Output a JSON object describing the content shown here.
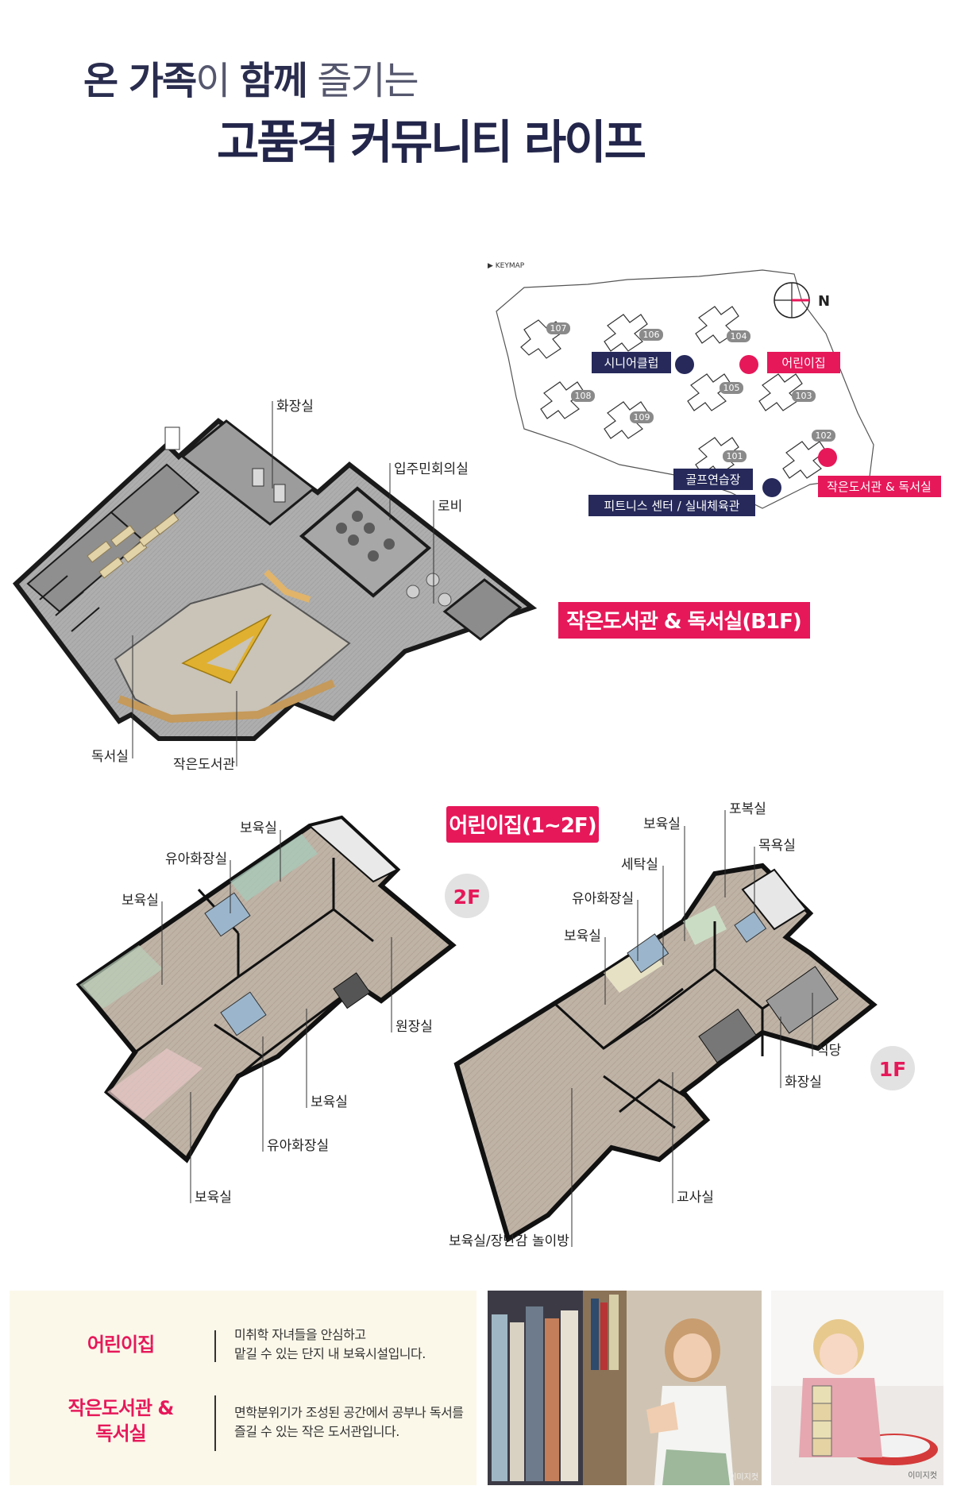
{
  "headline": {
    "line1_bold1": "온 가족",
    "line1_thin1": "이 ",
    "line1_bold2": "함께",
    "line1_thin2": " 즐기는",
    "line2": "고품격 커뮤니티 라이프"
  },
  "keymap": {
    "caption": "▶ KEYMAP",
    "north": "N",
    "buildings": [
      "107",
      "106",
      "104",
      "108",
      "109",
      "105",
      "103",
      "101",
      "102"
    ],
    "facilities": {
      "senior": "시니어클럽",
      "daycare": "어린이집",
      "golf": "골프연습장",
      "fitness": "피트니스 센터 / 실내체육관",
      "library": "작은도서관 & 독서실"
    }
  },
  "b1f": {
    "banner": "작은도서관 & 독서실(B1F)",
    "labels": {
      "restroom": "화장실",
      "meeting": "입주민회의실",
      "lobby": "로비",
      "reading": "독서실",
      "library": "작은도서관"
    }
  },
  "daycare": {
    "banner": "어린이집(1~2F)",
    "floor2": "2F",
    "floor1": "1F",
    "labels_2f": {
      "nursery_top": "보육실",
      "toddler_wc_top": "유아화장실",
      "nursery_left": "보육실",
      "director": "원장실",
      "nursery_mid": "보육실",
      "toddler_wc_bottom": "유아화장실",
      "nursery_bottom": "보육실"
    },
    "labels_1f": {
      "storage": "포복실",
      "nursery_top": "보육실",
      "bath": "목욕실",
      "laundry": "세탁실",
      "toddler_wc": "유아화장실",
      "nursery_left": "보육실",
      "dining": "식당",
      "restroom": "화장실",
      "teacher": "교사실",
      "playroom": "보육실/장난감 놀이방"
    }
  },
  "info": {
    "daycare_name": "어린이집",
    "daycare_desc1": "미취학 자녀들을 안심하고",
    "daycare_desc2": "맡길 수 있는 단지 내 보육시설입니다.",
    "library_name1": "작은도서관 &",
    "library_name2": "독서실",
    "library_desc1": "면학분위기가 조성된 공간에서 공부나 독서를",
    "library_desc2": "즐길 수 있는 작은 도서관입니다."
  },
  "photo_caption": "이미지컷",
  "colors": {
    "accent": "#e6185a",
    "navy": "#26295a",
    "panel": "#fbf8ea"
  }
}
